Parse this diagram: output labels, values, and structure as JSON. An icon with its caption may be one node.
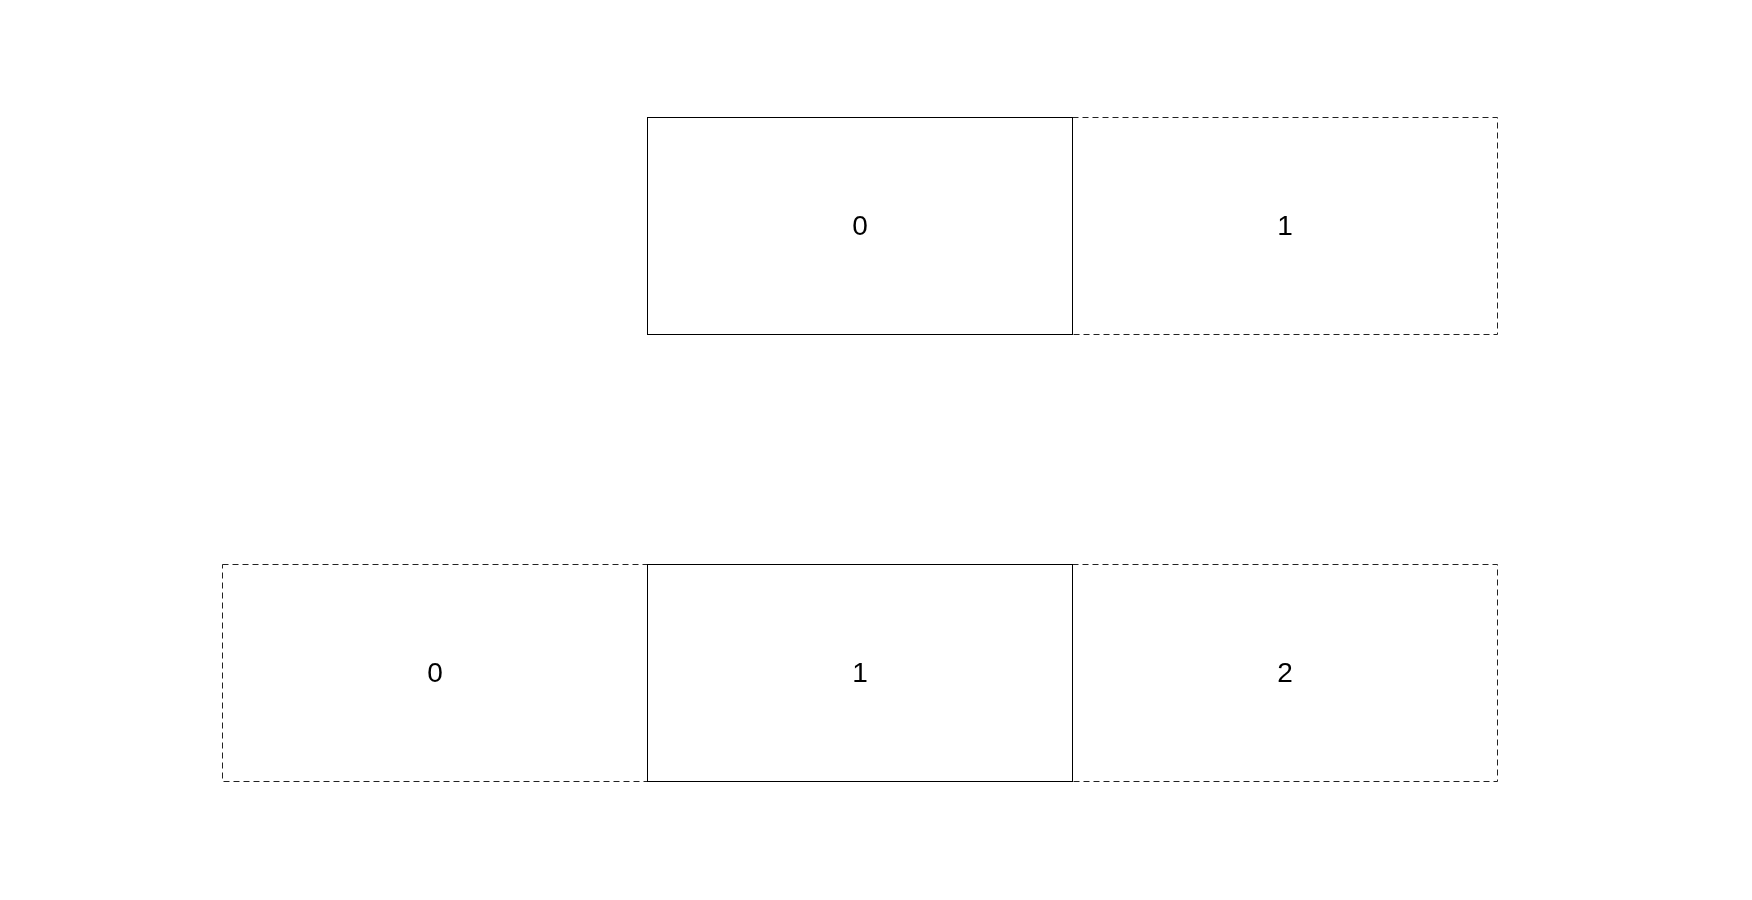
{
  "diagram": {
    "nodes": [
      {
        "text": [
          "0"
        ]
      },
      {
        "text": [
          "1"
        ]
      },
      {
        "text": [
          "0"
        ]
      },
      {
        "text": [
          "1"
        ]
      },
      {
        "text": [
          "2"
        ]
      }
    ]
  }
}
